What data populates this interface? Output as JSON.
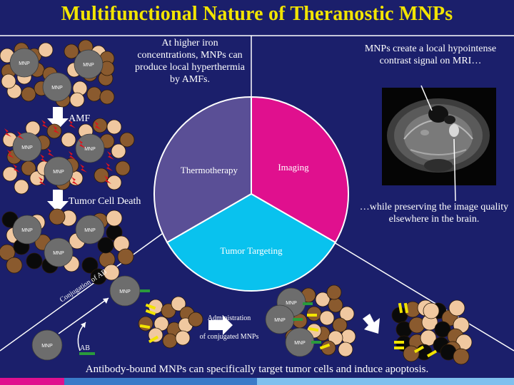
{
  "title": "Multifunctional Nature of Theranostic MNPs",
  "text": {
    "hyperthermia": "At higher iron concentrations, MNPs can produce local hyperthermia by AMFs.",
    "mri_top": "MNPs create a local hypointense contrast signal on MRI…",
    "mri_bottom": "…while preserving the image quality elsewhere in the brain.",
    "amf": "AMF",
    "tumor_cell_death": "Tumor Cell Death",
    "conjugation": "Conjugation of AB",
    "ab": "AB",
    "administration": "Administration",
    "of_conjugated": "of conjugated MNPs",
    "bottom_caption": "Antibody-bound MNPs can specifically target tumor cells and induce apoptosis."
  },
  "pie": {
    "segments": [
      {
        "label": "Thermotherapy",
        "color": "#5a4f96"
      },
      {
        "label": "Imaging",
        "color": "#e0108e"
      },
      {
        "label": "Tumor Targeting",
        "color": "#09c2ee"
      }
    ]
  },
  "mnp_label": "MNP",
  "colors": {
    "background": "#1b1f6b",
    "title": "#f2e400",
    "mnp": "#6d6d6d",
    "tumor_cell": "#8a5a2e",
    "healthy_cell": "#f0c8a0",
    "dead_cell": "#0a0a0a",
    "antibody_green": "#2a9a3c",
    "antibody_yellow": "#f2e400",
    "heat": "#e0121b"
  }
}
